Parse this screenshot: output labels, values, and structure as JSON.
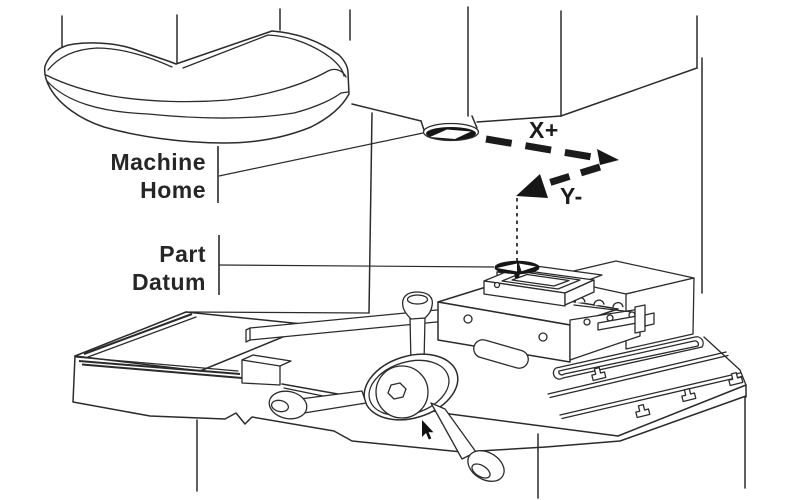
{
  "diagram": {
    "type": "technical-line-drawing",
    "subject": "milling-machine-work-offsets",
    "background": "#ffffff",
    "line_color": "#2b2b2b",
    "accent_color": "#161616",
    "callouts": {
      "machine_home": {
        "line1": "Machine",
        "line2": "Home"
      },
      "part_datum": {
        "line1": "Part",
        "line2": "Datum"
      }
    },
    "axes": {
      "x_label": "X+",
      "y_label": "Y-"
    },
    "icons": [
      "mouse-cursor-icon",
      "spindle-tool-marker",
      "part-datum-marker",
      "x-axis-dashed-arrow",
      "y-axis-dashed-arrow"
    ],
    "components": [
      "machine-head-cover",
      "spindle-nose",
      "machine-column",
      "milling-table",
      "t-slots",
      "saddle",
      "vise",
      "workpiece",
      "handwheel",
      "crank-handles"
    ]
  }
}
